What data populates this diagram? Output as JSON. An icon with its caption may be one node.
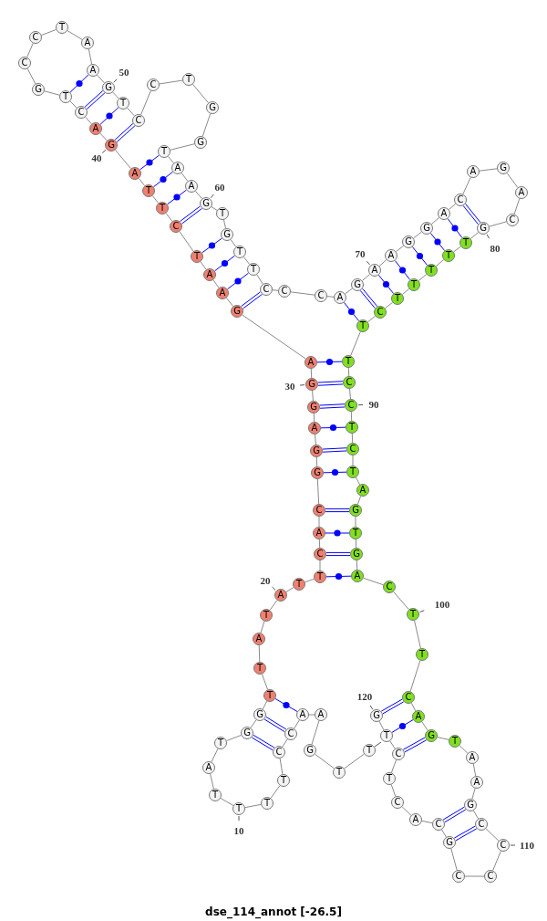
{
  "diagram": {
    "title": "dse_114_annot [-26.5]",
    "nodes": [
      {
        "text": [
          "T"
        ]
      },
      {
        "text": [
          "T"
        ]
      },
      {
        "text": [
          "G"
        ]
      },
      {
        "text": [
          "A"
        ]
      },
      {
        "text": [
          "A"
        ]
      },
      {
        "text": [
          "C"
        ]
      },
      {
        "text": [
          "C"
        ]
      },
      {
        "text": [
          "T"
        ]
      },
      {
        "text": [
          "T"
        ]
      },
      {
        "text": [
          "T"
        ],
        "beside": [
          "10"
        ]
      },
      {
        "text": [
          "T"
        ]
      },
      {
        "text": [
          "A"
        ]
      },
      {
        "text": [
          "T"
        ]
      },
      {
        "text": [
          "G"
        ]
      },
      {
        "text": [
          "G"
        ]
      },
      {
        "text": [
          "T"
        ]
      },
      {
        "text": [
          "T"
        ]
      },
      {
        "text": [
          "A"
        ]
      },
      {
        "text": [
          "T"
        ]
      },
      {
        "text": [
          "A"
        ],
        "beside": [
          "20"
        ]
      },
      {
        "text": [
          "T"
        ]
      },
      {
        "text": [
          "T"
        ]
      },
      {
        "text": [
          "C"
        ]
      },
      {
        "text": [
          "A"
        ]
      },
      {
        "text": [
          "C"
        ]
      },
      {
        "text": [
          "G"
        ]
      },
      {
        "text": [
          "G"
        ]
      },
      {
        "text": [
          "A"
        ]
      },
      {
        "text": [
          "G"
        ]
      },
      {
        "text": [
          "G"
        ],
        "beside": [
          "30"
        ]
      },
      {
        "text": [
          "A"
        ]
      },
      {
        "text": [
          "G"
        ]
      },
      {
        "text": [
          "A"
        ]
      },
      {
        "text": [
          "A"
        ]
      },
      {
        "text": [
          "T"
        ]
      },
      {
        "text": [
          "C"
        ]
      },
      {
        "text": [
          "T"
        ]
      },
      {
        "text": [
          "T"
        ]
      },
      {
        "text": [
          "A"
        ]
      },
      {
        "text": [
          "G"
        ],
        "beside": [
          "40"
        ]
      },
      {
        "text": [
          "A"
        ]
      },
      {
        "text": [
          "C"
        ]
      },
      {
        "text": [
          "T"
        ]
      },
      {
        "text": [
          "G"
        ]
      },
      {
        "text": [
          "C"
        ]
      },
      {
        "text": [
          "C"
        ]
      },
      {
        "text": [
          "T"
        ]
      },
      {
        "text": [
          "A"
        ]
      },
      {
        "text": [
          "A"
        ]
      },
      {
        "text": [
          "G"
        ],
        "beside": [
          "50"
        ]
      },
      {
        "text": [
          "T"
        ]
      },
      {
        "text": [
          "C"
        ]
      },
      {
        "text": [
          "C"
        ]
      },
      {
        "text": [
          "T"
        ]
      },
      {
        "text": [
          "G"
        ]
      },
      {
        "text": [
          "G"
        ]
      },
      {
        "text": [
          "T"
        ]
      },
      {
        "text": [
          "A"
        ]
      },
      {
        "text": [
          "A"
        ]
      },
      {
        "text": [
          "G"
        ],
        "beside": [
          "60"
        ]
      },
      {
        "text": [
          "T"
        ]
      },
      {
        "text": [
          "G"
        ]
      },
      {
        "text": [
          "T"
        ]
      },
      {
        "text": [
          "T"
        ]
      },
      {
        "text": [
          "C"
        ]
      },
      {
        "text": [
          "C"
        ]
      },
      {
        "text": [
          "C"
        ]
      },
      {
        "text": [
          "A"
        ]
      },
      {
        "text": [
          "G"
        ]
      },
      {
        "text": [
          "A"
        ],
        "beside": [
          "70"
        ]
      },
      {
        "text": [
          "A"
        ]
      },
      {
        "text": [
          "G"
        ]
      },
      {
        "text": [
          "G"
        ]
      },
      {
        "text": [
          "A"
        ]
      },
      {
        "text": [
          "C"
        ]
      },
      {
        "text": [
          "A"
        ]
      },
      {
        "text": [
          "G"
        ]
      },
      {
        "text": [
          "A"
        ]
      },
      {
        "text": [
          "C"
        ]
      },
      {
        "text": [
          "G"
        ],
        "beside": [
          "80"
        ]
      },
      {
        "text": [
          "T"
        ]
      },
      {
        "text": [
          "T"
        ]
      },
      {
        "text": [
          "T"
        ]
      },
      {
        "text": [
          "T"
        ]
      },
      {
        "text": [
          "T"
        ]
      },
      {
        "text": [
          "C"
        ]
      },
      {
        "text": [
          "T"
        ]
      },
      {
        "text": [
          "T"
        ]
      },
      {
        "text": [
          "C"
        ]
      },
      {
        "text": [
          "C"
        ],
        "beside": [
          "90"
        ]
      },
      {
        "text": [
          "T"
        ]
      },
      {
        "text": [
          "C"
        ]
      },
      {
        "text": [
          "T"
        ]
      },
      {
        "text": [
          "A"
        ]
      },
      {
        "text": [
          "G"
        ]
      },
      {
        "text": [
          "T"
        ]
      },
      {
        "text": [
          "G"
        ]
      },
      {
        "text": [
          "A"
        ]
      },
      {
        "text": [
          "C"
        ]
      },
      {
        "text": [
          "T"
        ],
        "beside": [
          "100"
        ]
      },
      {
        "text": [
          "T"
        ]
      },
      {
        "text": [
          "C"
        ]
      },
      {
        "text": [
          "A"
        ]
      },
      {
        "text": [
          "G"
        ]
      },
      {
        "text": [
          "T"
        ]
      },
      {
        "text": [
          "A"
        ]
      },
      {
        "text": [
          "A"
        ]
      },
      {
        "text": [
          "G"
        ]
      },
      {
        "text": [
          "C"
        ]
      },
      {
        "text": [
          "C"
        ],
        "beside": [
          "110"
        ]
      },
      {
        "text": [
          "C"
        ]
      },
      {
        "text": [
          "C"
        ]
      },
      {
        "text": [
          "G"
        ]
      },
      {
        "text": [
          "C"
        ]
      },
      {
        "text": [
          "A"
        ]
      },
      {
        "text": [
          "C"
        ]
      },
      {
        "text": [
          "T"
        ]
      },
      {
        "text": [
          "C"
        ]
      },
      {
        "text": [
          "T"
        ]
      },
      {
        "text": [
          "G"
        ],
        "beside": [
          "120"
        ]
      }
    ],
    "edges": [
      {
        "from": 0,
        "to": 1,
        "arrow": "none"
      },
      {
        "from": 1,
        "to": 2,
        "arrow": "none"
      },
      {
        "from": 2,
        "to": 3,
        "arrow": "none"
      },
      {
        "from": 3,
        "to": 4,
        "arrow": "none"
      },
      {
        "from": 4,
        "to": 5,
        "arrow": "none"
      },
      {
        "from": 5,
        "to": 6,
        "arrow": "none"
      },
      {
        "from": 6,
        "to": 7,
        "arrow": "none"
      },
      {
        "from": 7,
        "to": 8,
        "arrow": "none"
      },
      {
        "from": 8,
        "to": 9,
        "arrow": "none"
      },
      {
        "from": 9,
        "to": 10,
        "arrow": "none"
      },
      {
        "from": 10,
        "to": 11,
        "arrow": "none"
      },
      {
        "from": 11,
        "to": 12,
        "arrow": "none"
      },
      {
        "from": 12,
        "to": 13,
        "arrow": "none"
      },
      {
        "from": 13,
        "to": 14,
        "arrow": "none"
      },
      {
        "from": 14,
        "to": 15,
        "arrow": "none"
      },
      {
        "from": 15,
        "to": 16,
        "arrow": "none"
      },
      {
        "from": 16,
        "to": 17,
        "arrow": "none"
      },
      {
        "from": 17,
        "to": 18,
        "arrow": "none"
      },
      {
        "from": 18,
        "to": 19,
        "arrow": "none"
      },
      {
        "from": 19,
        "to": 20,
        "arrow": "none"
      },
      {
        "from": 20,
        "to": 21,
        "arrow": "none"
      },
      {
        "from": 21,
        "to": 22,
        "arrow": "none"
      },
      {
        "from": 22,
        "to": 23,
        "arrow": "none"
      },
      {
        "from": 23,
        "to": 24,
        "arrow": "none"
      },
      {
        "from": 24,
        "to": 25,
        "arrow": "none"
      },
      {
        "from": 25,
        "to": 26,
        "arrow": "none"
      },
      {
        "from": 26,
        "to": 27,
        "arrow": "none"
      },
      {
        "from": 27,
        "to": 28,
        "arrow": "none"
      },
      {
        "from": 28,
        "to": 29,
        "arrow": "none"
      },
      {
        "from": 29,
        "to": 30,
        "arrow": "none"
      },
      {
        "from": 30,
        "to": 31,
        "arrow": "none"
      },
      {
        "from": 31,
        "to": 32,
        "arrow": "none"
      },
      {
        "from": 32,
        "to": 33,
        "arrow": "none"
      },
      {
        "from": 33,
        "to": 34,
        "arrow": "none"
      },
      {
        "from": 34,
        "to": 35,
        "arrow": "none"
      },
      {
        "from": 35,
        "to": 36,
        "arrow": "none"
      },
      {
        "from": 36,
        "to": 37,
        "arrow": "none"
      },
      {
        "from": 37,
        "to": 38,
        "arrow": "none"
      },
      {
        "from": 38,
        "to": 39,
        "arrow": "none"
      },
      {
        "from": 39,
        "to": 40,
        "arrow": "none"
      },
      {
        "from": 40,
        "to": 41,
        "arrow": "none"
      },
      {
        "from": 41,
        "to": 42,
        "arrow": "none"
      },
      {
        "from": 42,
        "to": 43,
        "arrow": "none"
      },
      {
        "from": 43,
        "to": 44,
        "arrow": "none"
      },
      {
        "from": 44,
        "to": 45,
        "arrow": "none"
      },
      {
        "from": 45,
        "to": 46,
        "arrow": "none"
      },
      {
        "from": 46,
        "to": 47,
        "arrow": "none"
      },
      {
        "from": 47,
        "to": 48,
        "arrow": "none"
      },
      {
        "from": 48,
        "to": 49,
        "arrow": "none"
      },
      {
        "from": 49,
        "to": 50,
        "arrow": "none"
      },
      {
        "from": 50,
        "to": 51,
        "arrow": "none"
      },
      {
        "from": 51,
        "to": 52,
        "arrow": "none"
      },
      {
        "from": 52,
        "to": 53,
        "arrow": "none"
      },
      {
        "from": 53,
        "to": 54,
        "arrow": "none"
      },
      {
        "from": 54,
        "to": 55,
        "arrow": "none"
      },
      {
        "from": 55,
        "to": 56,
        "arrow": "none"
      },
      {
        "from": 56,
        "to": 57,
        "arrow": "none"
      },
      {
        "from": 57,
        "to": 58,
        "arrow": "none"
      },
      {
        "from": 58,
        "to": 59,
        "arrow": "none"
      },
      {
        "from": 59,
        "to": 60,
        "arrow": "none"
      },
      {
        "from": 60,
        "to": 61,
        "arrow": "none"
      },
      {
        "from": 61,
        "to": 62,
        "arrow": "none"
      },
      {
        "from": 62,
        "to": 63,
        "arrow": "none"
      },
      {
        "from": 63,
        "to": 64,
        "arrow": "none"
      },
      {
        "from": 64,
        "to": 65,
        "arrow": "none"
      },
      {
        "from": 65,
        "to": 66,
        "arrow": "none"
      },
      {
        "from": 66,
        "to": 67,
        "arrow": "none"
      },
      {
        "from": 67,
        "to": 68,
        "arrow": "none"
      },
      {
        "from": 68,
        "to": 69,
        "arrow": "none"
      },
      {
        "from": 69,
        "to": 70,
        "arrow": "none"
      },
      {
        "from": 70,
        "to": 71,
        "arrow": "none"
      },
      {
        "from": 71,
        "to": 72,
        "arrow": "none"
      },
      {
        "from": 72,
        "to": 73,
        "arrow": "none"
      },
      {
        "from": 73,
        "to": 74,
        "arrow": "none"
      },
      {
        "from": 74,
        "to": 75,
        "arrow": "none"
      },
      {
        "from": 75,
        "to": 76,
        "arrow": "none"
      },
      {
        "from": 76,
        "to": 77,
        "arrow": "none"
      },
      {
        "from": 77,
        "to": 78,
        "arrow": "none"
      },
      {
        "from": 78,
        "to": 79,
        "arrow": "none"
      },
      {
        "from": 79,
        "to": 80,
        "arrow": "none"
      },
      {
        "from": 80,
        "to": 81,
        "arrow": "none"
      },
      {
        "from": 81,
        "to": 82,
        "arrow": "none"
      },
      {
        "from": 82,
        "to": 83,
        "arrow": "none"
      },
      {
        "from": 83,
        "to": 84,
        "arrow": "none"
      },
      {
        "from": 84,
        "to": 85,
        "arrow": "none"
      },
      {
        "from": 85,
        "to": 86,
        "arrow": "none"
      },
      {
        "from": 86,
        "to": 87,
        "arrow": "none"
      },
      {
        "from": 87,
        "to": 88,
        "arrow": "none"
      },
      {
        "from": 88,
        "to": 89,
        "arrow": "none"
      },
      {
        "from": 89,
        "to": 90,
        "arrow": "none"
      },
      {
        "from": 90,
        "to": 91,
        "arrow": "none"
      },
      {
        "from": 91,
        "to": 92,
        "arrow": "none"
      },
      {
        "from": 92,
        "to": 93,
        "arrow": "none"
      },
      {
        "from": 93,
        "to": 94,
        "arrow": "none"
      },
      {
        "from": 94,
        "to": 95,
        "arrow": "none"
      },
      {
        "from": 95,
        "to": 96,
        "arrow": "none"
      },
      {
        "from": 96,
        "to": 97,
        "arrow": "none"
      },
      {
        "from": 97,
        "to": 98,
        "arrow": "none"
      },
      {
        "from": 98,
        "to": 99,
        "arrow": "none"
      },
      {
        "from": 99,
        "to": 100,
        "arrow": "none"
      },
      {
        "from": 100,
        "to": 101,
        "arrow": "none"
      },
      {
        "from": 101,
        "to": 102,
        "arrow": "none"
      },
      {
        "from": 102,
        "to": 103,
        "arrow": "none"
      },
      {
        "from": 103,
        "to": 104,
        "arrow": "none"
      },
      {
        "from": 104,
        "to": 105,
        "arrow": "none"
      },
      {
        "from": 105,
        "to": 106,
        "arrow": "none"
      },
      {
        "from": 106,
        "to": 107,
        "arrow": "none"
      },
      {
        "from": 107,
        "to": 108,
        "arrow": "none"
      },
      {
        "from": 108,
        "to": 109,
        "arrow": "none"
      },
      {
        "from": 109,
        "to": 110,
        "arrow": "none"
      },
      {
        "from": 110,
        "to": 111,
        "arrow": "none"
      },
      {
        "from": 111,
        "to": 112,
        "arrow": "none"
      },
      {
        "from": 112,
        "to": 113,
        "arrow": "none"
      },
      {
        "from": 113,
        "to": 114,
        "arrow": "none"
      },
      {
        "from": 114,
        "to": 115,
        "arrow": "none"
      },
      {
        "from": 115,
        "to": 116,
        "arrow": "none"
      },
      {
        "from": 116,
        "to": 117,
        "arrow": "none"
      },
      {
        "from": 117,
        "to": 118,
        "arrow": "none"
      },
      {
        "from": 118,
        "to": 119,
        "arrow": "none"
      },
      {
        "from": 4,
        "to": 15,
        "arrow": "none",
        "color": "#0000ff"
      },
      {
        "from": 5,
        "to": 14,
        "arrow": "none",
        "color": "#0000ff"
      },
      {
        "from": 6,
        "to": 13,
        "arrow": "none",
        "color": "#0000ff"
      },
      {
        "from": 21,
        "to": 97,
        "arrow": "none",
        "color": "#0000ff"
      },
      {
        "from": 22,
        "to": 96,
        "arrow": "none",
        "color": "#0000ff"
      },
      {
        "from": 23,
        "to": 95,
        "arrow": "none",
        "color": "#0000ff"
      },
      {
        "from": 24,
        "to": 94,
        "arrow": "none",
        "color": "#0000ff"
      },
      {
        "from": 25,
        "to": 92,
        "arrow": "none",
        "color": "#0000ff"
      },
      {
        "from": 26,
        "to": 91,
        "arrow": "none",
        "color": "#0000ff"
      },
      {
        "from": 27,
        "to": 90,
        "arrow": "none",
        "color": "#0000ff"
      },
      {
        "from": 28,
        "to": 89,
        "arrow": "none",
        "color": "#0000ff"
      },
      {
        "from": 29,
        "to": 88,
        "arrow": "none",
        "color": "#0000ff"
      },
      {
        "from": 30,
        "to": 87,
        "arrow": "none",
        "color": "#0000ff"
      },
      {
        "from": 31,
        "to": 64,
        "arrow": "none",
        "color": "#0000ff"
      },
      {
        "from": 32,
        "to": 63,
        "arrow": "none",
        "color": "#0000ff"
      },
      {
        "from": 33,
        "to": 62,
        "arrow": "none",
        "color": "#0000ff"
      },
      {
        "from": 34,
        "to": 61,
        "arrow": "none",
        "color": "#0000ff"
      },
      {
        "from": 35,
        "to": 59,
        "arrow": "none",
        "color": "#0000ff"
      },
      {
        "from": 36,
        "to": 58,
        "arrow": "none",
        "color": "#0000ff"
      },
      {
        "from": 37,
        "to": 57,
        "arrow": "none",
        "color": "#0000ff"
      },
      {
        "from": 38,
        "to": 56,
        "arrow": "none",
        "color": "#0000ff"
      },
      {
        "from": 39,
        "to": 51,
        "arrow": "none",
        "color": "#0000ff"
      },
      {
        "from": 40,
        "to": 50,
        "arrow": "none",
        "color": "#0000ff"
      },
      {
        "from": 41,
        "to": 49,
        "arrow": "none",
        "color": "#0000ff"
      },
      {
        "from": 42,
        "to": 48,
        "arrow": "none",
        "color": "#0000ff"
      },
      {
        "from": 67,
        "to": 86,
        "arrow": "none",
        "color": "#0000ff"
      },
      {
        "from": 68,
        "to": 85,
        "arrow": "none",
        "color": "#0000ff"
      },
      {
        "from": 69,
        "to": 84,
        "arrow": "none",
        "color": "#0000ff"
      },
      {
        "from": 70,
        "to": 83,
        "arrow": "none",
        "color": "#0000ff"
      },
      {
        "from": 71,
        "to": 82,
        "arrow": "none",
        "color": "#0000ff"
      },
      {
        "from": 72,
        "to": 81,
        "arrow": "none",
        "color": "#0000ff"
      },
      {
        "from": 73,
        "to": 80,
        "arrow": "none",
        "color": "#0000ff"
      },
      {
        "from": 74,
        "to": 79,
        "arrow": "none",
        "color": "#0000ff"
      },
      {
        "from": 101,
        "to": 119,
        "arrow": "none",
        "color": "#0000ff"
      },
      {
        "from": 102,
        "to": 118,
        "arrow": "none",
        "color": "#0000ff"
      },
      {
        "from": 103,
        "to": 117,
        "arrow": "none",
        "color": "#0000ff"
      },
      {
        "from": 107,
        "to": 113,
        "arrow": "none",
        "color": "#0000ff"
      },
      {
        "from": 108,
        "to": 112,
        "arrow": "none",
        "color": "#0000ff"
      }
    ]
  }
}
